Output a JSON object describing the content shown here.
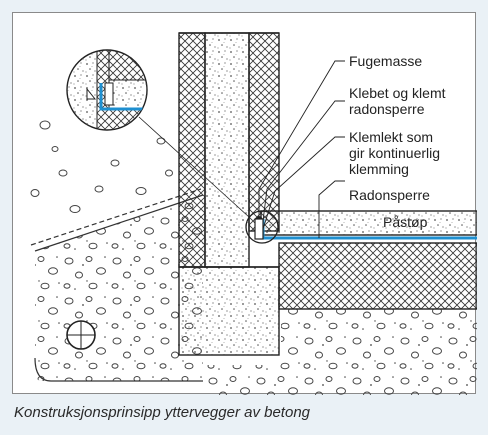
{
  "labels": {
    "sealant": "Fugemasse",
    "glued_clamped": [
      "Klebet og klemt",
      "radonsperre"
    ],
    "clamping_strip": [
      "Klemlekt som",
      "gir kontinuerlig",
      "klemming"
    ],
    "radon_barrier": "Radonsperre",
    "topping": "Påstøp"
  },
  "caption": "Konstruksjonsprinsipp yttervegger av betong",
  "colors": {
    "radon_barrier": "#1e8fd0",
    "line": "#222222",
    "background": "#eaf1f6"
  }
}
